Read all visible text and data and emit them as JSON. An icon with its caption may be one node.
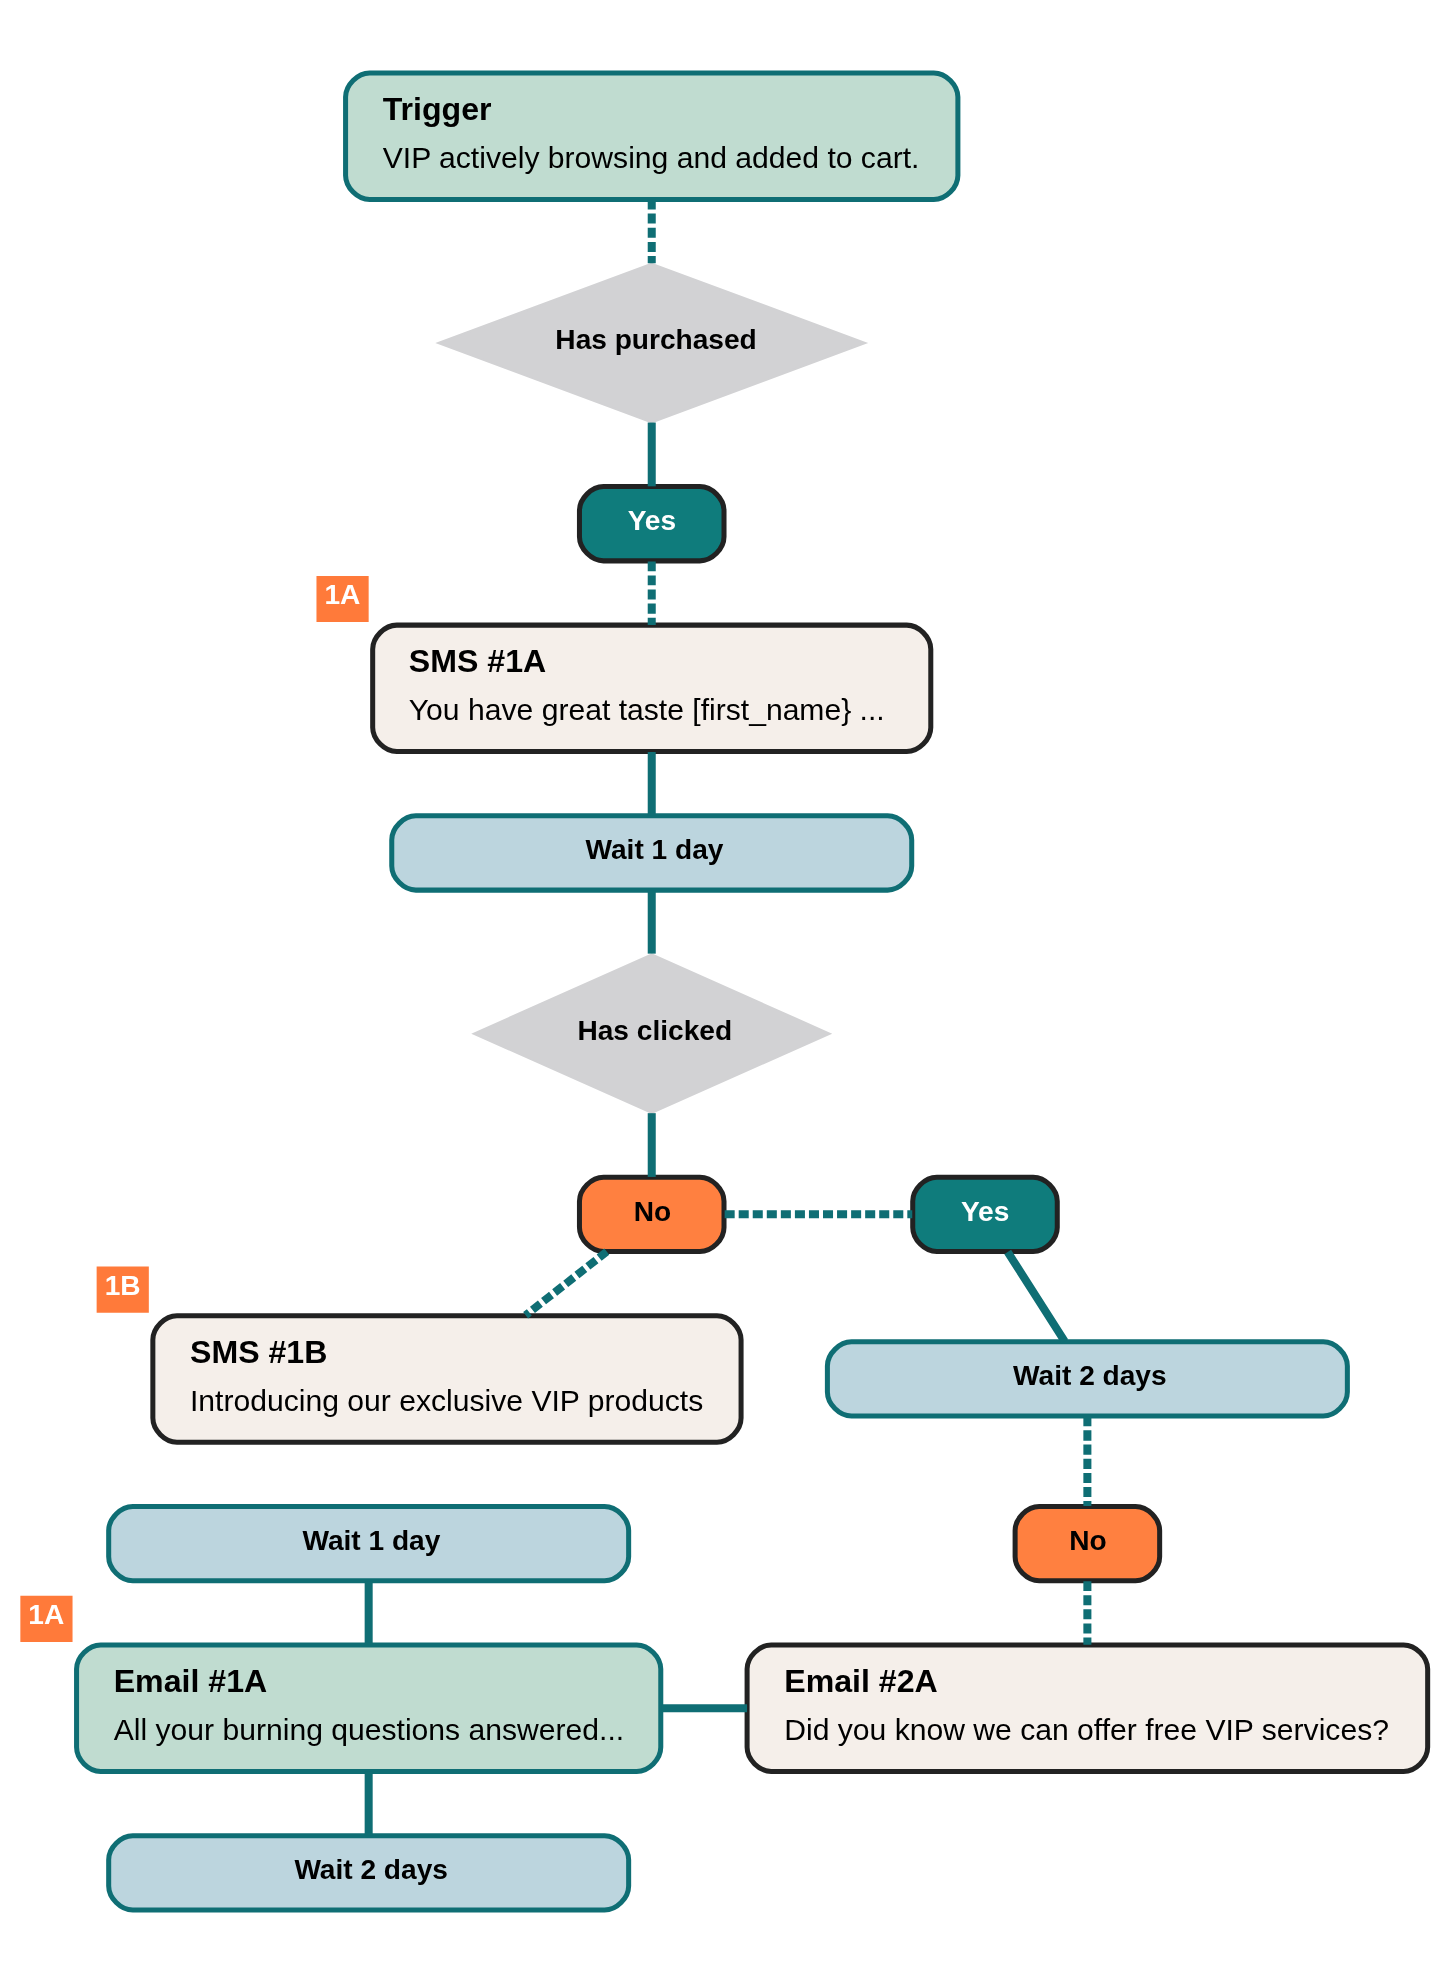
{
  "diagram": {
    "nodes": [
      {
        "text": [
          "Trigger",
          "VIP actively browsing and added to cart."
        ]
      },
      {
        "text": [
          "Has purchased"
        ]
      },
      {
        "text": [
          "Yes"
        ]
      },
      {
        "text": [
          "SMS #1A",
          "You have great taste [first_name} ..."
        ],
        "beside": [
          "1A"
        ]
      },
      {
        "text": [
          "Wait 1 day"
        ]
      },
      {
        "text": [
          "Has clicked"
        ]
      },
      {
        "text": [
          "No"
        ]
      },
      {
        "text": [
          "Yes"
        ]
      },
      {
        "text": [
          "SMS #1B",
          "Introducing our exclusive VIP products"
        ],
        "beside": [
          "1B"
        ]
      },
      {
        "text": [
          "Wait 2 days"
        ]
      },
      {
        "text": [
          "Wait 1 day"
        ]
      },
      {
        "text": [
          "No"
        ]
      },
      {
        "text": [
          "Email #1A",
          "All your burning questions answered..."
        ],
        "beside": [
          "1A"
        ]
      },
      {
        "text": [
          "Email #2A",
          "Did you know we can offer free VIP services?"
        ]
      },
      {
        "text": [
          "Wait 2 days"
        ]
      }
    ],
    "edges": [
      {
        "from": 0,
        "to": 1,
        "arrow": "none",
        "style": "dashed"
      },
      {
        "from": 1,
        "to": 2,
        "arrow": "none"
      },
      {
        "from": 2,
        "to": 3,
        "arrow": "none",
        "style": "dashed"
      },
      {
        "from": 3,
        "to": 4,
        "arrow": "none"
      },
      {
        "from": 4,
        "to": 5,
        "arrow": "none"
      },
      {
        "from": 5,
        "to": 6,
        "arrow": "none"
      },
      {
        "from": 6,
        "to": 7,
        "arrow": "none",
        "style": "dashed"
      },
      {
        "from": 6,
        "to": 8,
        "arrow": "none",
        "style": "dashed"
      },
      {
        "from": 7,
        "to": 9,
        "arrow": "none"
      },
      {
        "from": 9,
        "to": 11,
        "arrow": "none",
        "style": "dashed"
      },
      {
        "from": 10,
        "to": 12,
        "arrow": "none"
      },
      {
        "from": 11,
        "to": 13,
        "arrow": "none",
        "style": "dashed"
      },
      {
        "from": 12,
        "to": 13,
        "arrow": "none"
      },
      {
        "from": 12,
        "to": 14,
        "arrow": "none"
      }
    ]
  }
}
